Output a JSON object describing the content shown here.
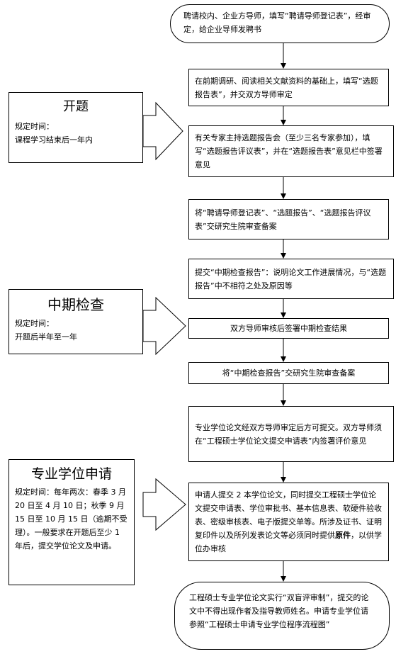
{
  "flow": {
    "step1": "聘请校内、企业方导师，填写“聘请导师登记表”，经审定，给企业导师发聘书",
    "step2": "在前期调研、阅读相关文献资料的基础上，填写“选题报告表”，并交双方导师审定",
    "step3": "有关专家主持选题报告会（至少三名专家参加），填写“选题报告评议表”，并在“选题报告表”意见栏中签署意见",
    "step4": "将“聘请导师登记表”、“选题报告”、“选题报告评议表”交研究生院审查备案",
    "step5": "提交“中期检查报告”：说明论文工作进展情况，与“选题报告”中不相符之处及原因等",
    "step6": "双方导师审核后签署中期检查结果",
    "step7": "将“中期检查报告”交研究生院审查备案",
    "step8": "专业学位论文经双方导师审定后方可提交。双方导师须在“工程硕士学位论文提交申请表”内签署评价意见",
    "step9_pre": "申请人提交 2 本学位论文，同时提交工程硕士学位论文提交申请表、学位审批书、基本信息表、软硬件验收表、密级审核表、电子版提交单等。所涉及证书、证明复印件以及所列发表论文等必须同时提供",
    "step9_bold": "原件",
    "step9_post": "，以供学位办审核",
    "step10": "工程硕士专业学位论文实行“双盲评审制”，提交的论文中不得出现作者及指导教师姓名。申请专业学位请参照“工程硕士申请专业学位程序流程图”"
  },
  "stages": [
    {
      "title": "开题",
      "label": "规定时间：",
      "text": "课程学习结束后一年内"
    },
    {
      "title": "中期检查",
      "label": "规定时间：",
      "text": "开题后半年至一年"
    },
    {
      "title": "专业学位申请",
      "label": "规定时间：",
      "text": "每年两次：春季 3 月 20 日至 4 月 10 日；秋季 9 月 15 日至 10 月 15 日（逾期不受理）。一般要求在开题后至少 1 年后，提交学位论文及申请。"
    }
  ]
}
